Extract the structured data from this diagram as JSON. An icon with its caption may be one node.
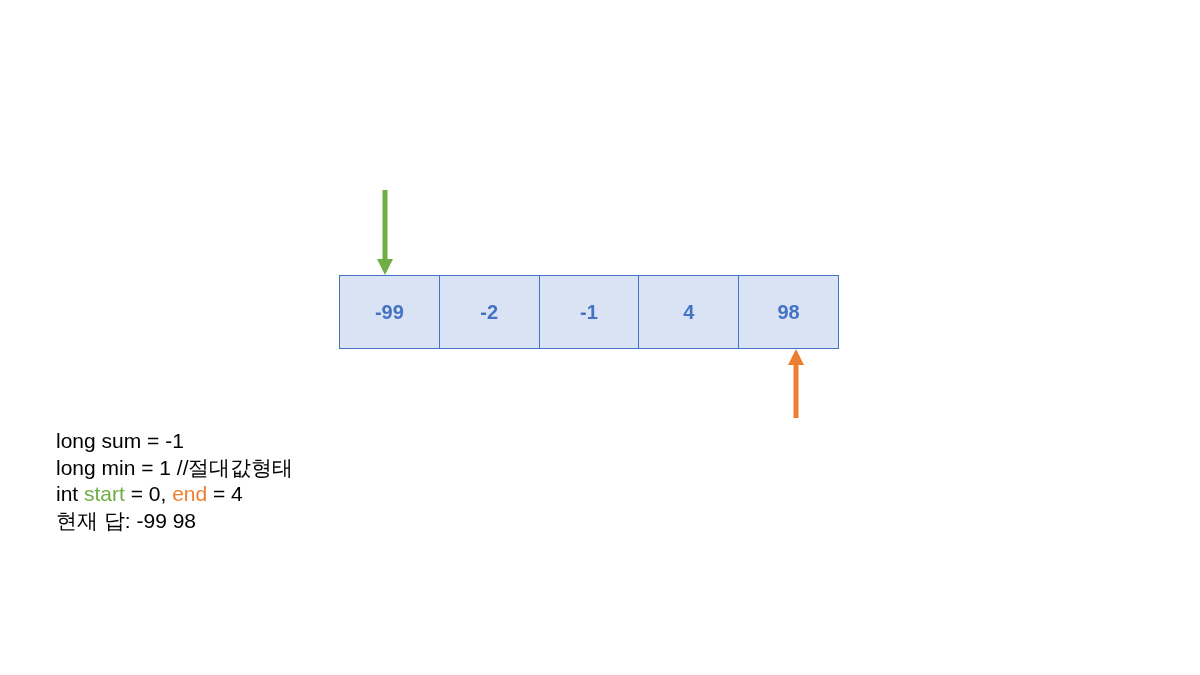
{
  "diagram": {
    "nodes": [
      {
        "text": [
          "-99"
        ]
      },
      {
        "text": [
          "-2"
        ]
      },
      {
        "text": [
          "-1"
        ]
      },
      {
        "text": [
          "4"
        ]
      },
      {
        "text": [
          "98"
        ]
      }
    ],
    "edges": [
      {
        "from": null,
        "to": 0,
        "arrow": "to",
        "color": "#70ad47"
      },
      {
        "from": null,
        "to": 4,
        "arrow": "to",
        "color": "#ed7d31"
      }
    ],
    "labels": [
      "long sum = -1",
      "long min = 1 //절대값형태",
      "int start = 0, end = 4",
      "현재 답: -99 98"
    ]
  }
}
